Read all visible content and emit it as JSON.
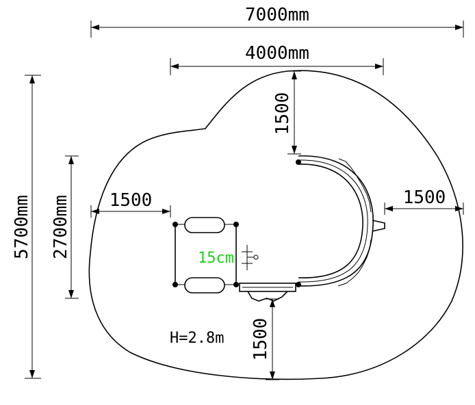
{
  "dimensions": {
    "total_width": "7000mm",
    "inner_width": "4000mm",
    "total_height": "5700mm",
    "inner_height": "2700mm",
    "left_margin": "1500",
    "right_margin": "1500",
    "top_margin": "1500",
    "bottom_margin": "1500"
  },
  "labels": {
    "gap": "15cm",
    "height": "H=2.8m"
  },
  "colors": {
    "lines": "#000000",
    "gap_label": "#22cc22"
  }
}
